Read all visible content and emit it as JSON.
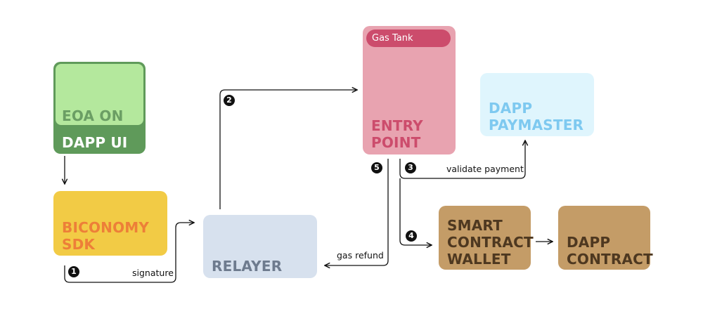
{
  "nodes": {
    "eoa": {
      "line1": "EOA ON",
      "line2": "DAPP UI"
    },
    "sdk": {
      "line1": "BICONOMY",
      "line2": "SDK"
    },
    "relayer": {
      "label": "RELAYER"
    },
    "entry_point": {
      "tag": "Gas Tank",
      "line1": "ENTRY",
      "line2": "POINT"
    },
    "paymaster": {
      "line1": "DAPP",
      "line2": "PAYMASTER"
    },
    "wallet": {
      "line1": "SMART",
      "line2": "CONTRACT",
      "line3": "WALLET"
    },
    "dapp_contract": {
      "line1": "DAPP",
      "line2": "CONTRACT"
    }
  },
  "edges": {
    "signature": "signature",
    "validate_payment": "validate payment",
    "gas_refund": "gas refund"
  },
  "steps": [
    "1",
    "2",
    "3",
    "4",
    "5"
  ],
  "colors": {
    "eoa_dark": "#5f9a5a",
    "eoa_light": "#b4e89d",
    "sdk": "#f2cb45",
    "sdk_text": "#ed7f38",
    "relayer": "#d7e1ee",
    "entry_point": "#e8a3b0",
    "gas_tank": "#cc4c6c",
    "paymaster": "#dff5fd",
    "paymaster_text": "#7ec9f0",
    "contract": "#c49c67",
    "contract_text": "#4e3820"
  }
}
